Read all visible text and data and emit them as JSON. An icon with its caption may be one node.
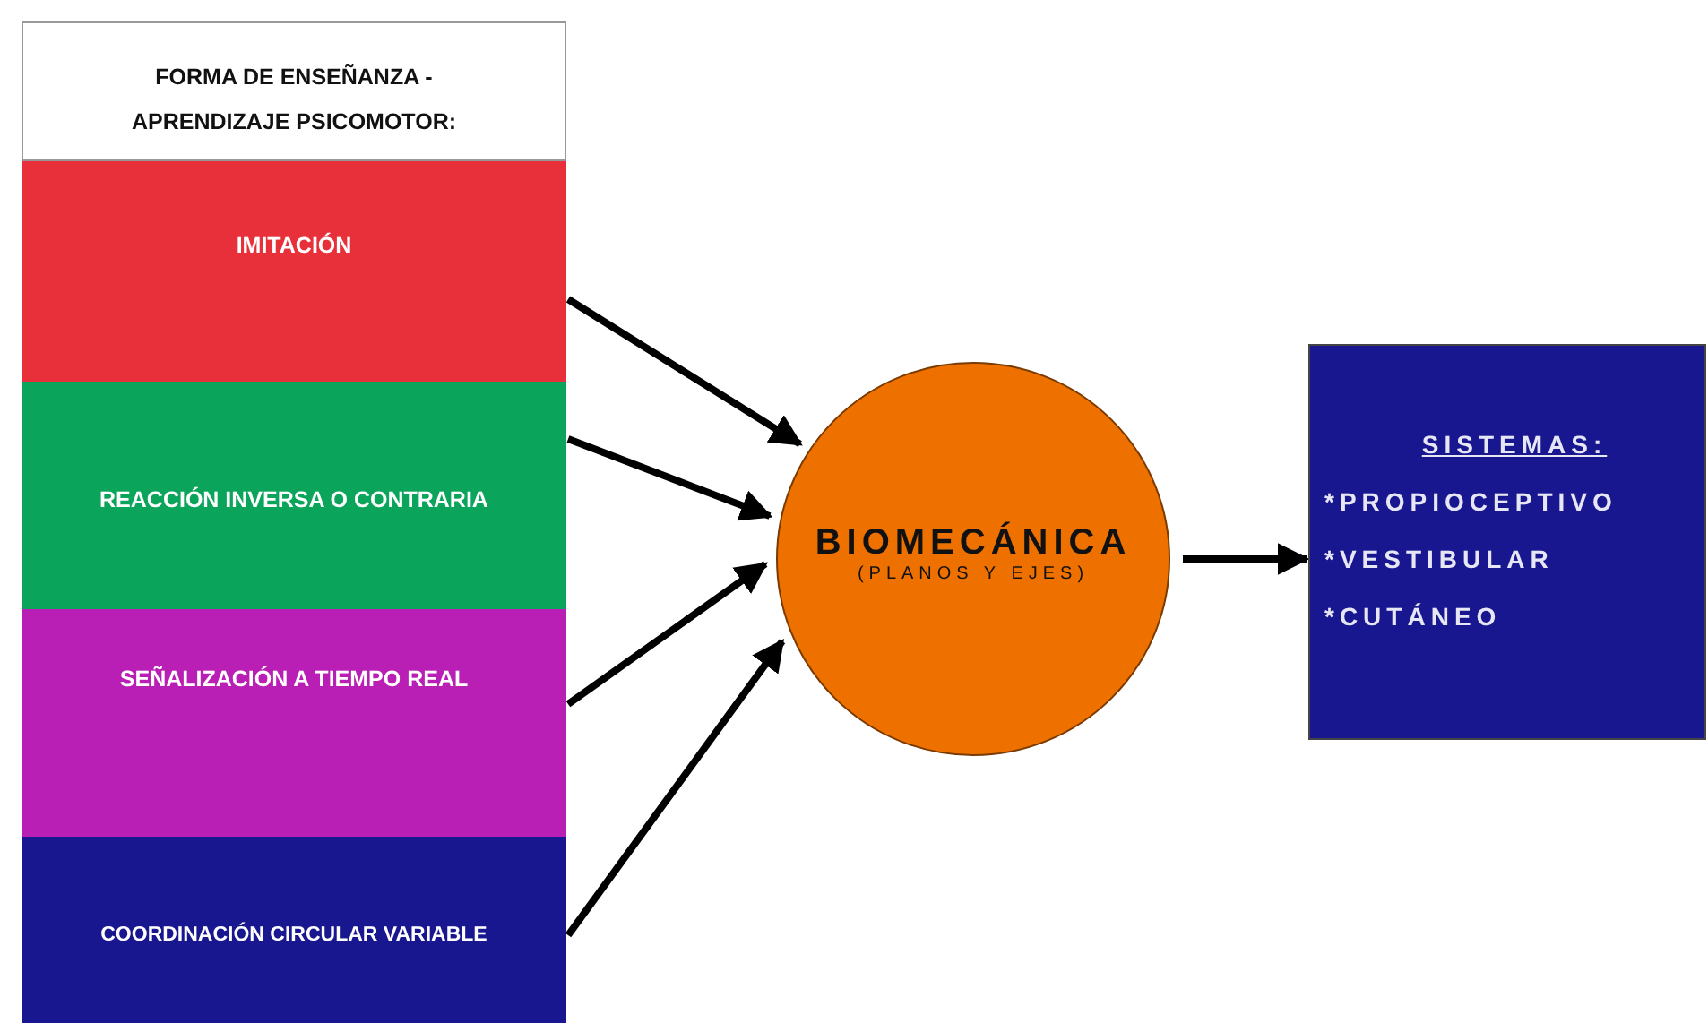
{
  "diagram": {
    "nodes": [
      {
        "text": [
          "FORMA DE ENSEÑANZA - APRENDIZAJE    PSICOMOTOR:"
        ]
      },
      {
        "text": [
          "IMITACIÓN"
        ]
      },
      {
        "text": [
          "REACCIÓN INVERSA  O CONTRARIA"
        ]
      },
      {
        "text": [
          "SEÑALIZACIÓN  A  TIEMPO  REAL"
        ]
      },
      {
        "text": [
          "COORDINACIÓN  CIRCULAR  VARIABLE"
        ]
      },
      {
        "text": [
          "BIOMECÁNICA",
          "(PLANOS Y EJES)"
        ]
      },
      {
        "text": [
          "SISTEMAS:",
          "*PROPIOCEPTIVO",
          "*VESTIBULAR",
          "*CUTÁNEO"
        ]
      }
    ],
    "edges": [
      {
        "from": 1,
        "to": 5,
        "arrow": "to"
      },
      {
        "from": 2,
        "to": 5,
        "arrow": "to"
      },
      {
        "from": 3,
        "to": 5,
        "arrow": "to"
      },
      {
        "from": 4,
        "to": 5,
        "arrow": "to"
      },
      {
        "from": 5,
        "to": 6,
        "arrow": "to"
      }
    ]
  }
}
